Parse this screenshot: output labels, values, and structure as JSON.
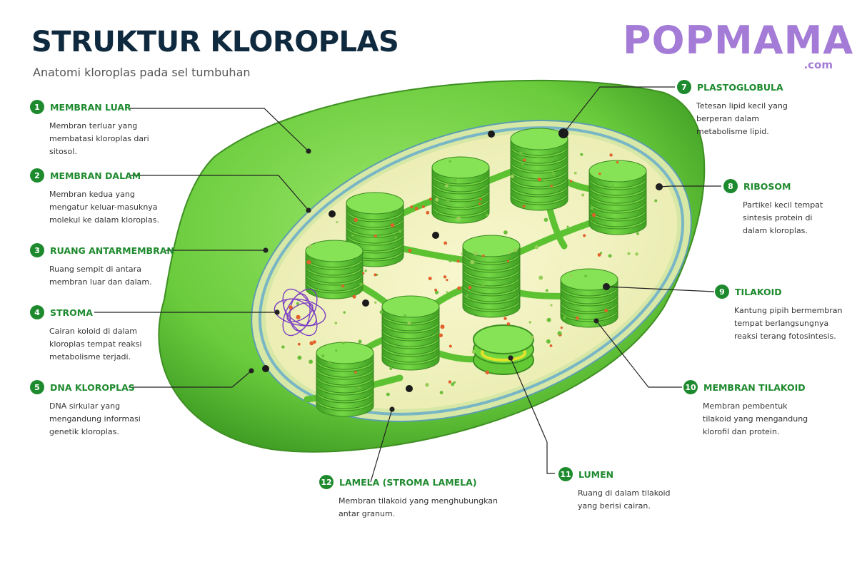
{
  "header": {
    "title": "STRUKTUR KLOROPLAS",
    "subtitle": "Anatomi kloroplas pada sel tumbuhan"
  },
  "logo": {
    "name": "POPMAMA",
    "domain": ".com",
    "color": "#a47bd6"
  },
  "colors": {
    "accent": "#1e8a2e",
    "membrane": "#7ed957",
    "membrane_dark": "#4aa82c",
    "stroma": "#f4f3c2",
    "granum": "#6fd33f",
    "dna": "#7b3fc4",
    "lumen_ring": "#e4e22a",
    "dot_orange": "#e0612a",
    "dot_green": "#6bbf3a",
    "dot_black": "#1a1a1a"
  },
  "labels": [
    {
      "number": "1",
      "name": "MEMBRAN LUAR",
      "lines": [
        "Membran terluar yang",
        "membatasi kloroplas dari",
        "sitosol."
      ]
    },
    {
      "number": "2",
      "name": "MEMBRAN DALAM",
      "lines": [
        "Membran kedua yang",
        "mengatur keluar-masuknya",
        "molekul ke dalam kloroplas."
      ]
    },
    {
      "number": "3",
      "name": "RUANG ANTARMEMBRAN",
      "lines": [
        "Ruang sempit di antara",
        "membran luar dan dalam."
      ]
    },
    {
      "number": "4",
      "name": "STROMA",
      "lines": [
        "Cairan koloid di dalam",
        "kloroplas tempat reaksi",
        "metabolisme terjadi."
      ]
    },
    {
      "number": "5",
      "name": "DNA KLOROPLAS",
      "lines": [
        "DNA sirkular yang",
        "mengandung informasi",
        "genetik kloroplas."
      ]
    },
    {
      "number": "7",
      "name": "PLASTOGLOBULA",
      "lines": [
        "Tetesan lipid kecil yang",
        "berperan dalam",
        "metabolisme lipid."
      ]
    },
    {
      "number": "8",
      "name": "RIBOSOM",
      "lines": [
        "Partikel kecil tempat",
        "sintesis protein di",
        "dalam kloroplas."
      ]
    },
    {
      "number": "9",
      "name": "TILAKOID",
      "lines": [
        "Kantung pipih bermembran",
        "tempat berlangsungnya",
        "reaksi terang fotosintesis."
      ]
    },
    {
      "number": "10",
      "name": "MEMBRAN TILAKOID",
      "lines": [
        "Membran pembentuk",
        "tilakoid yang mengandung",
        "klorofil dan protein."
      ]
    },
    {
      "number": "11",
      "name": "LUMEN",
      "lines": [
        "Ruang di dalam tilakoid",
        "yang berisi cairan."
      ]
    },
    {
      "number": "12",
      "name": "LAMELA (STROMA LAMELA)",
      "lines": [
        "Membran tilakoid yang menghubungkan",
        "antar granum."
      ]
    }
  ]
}
